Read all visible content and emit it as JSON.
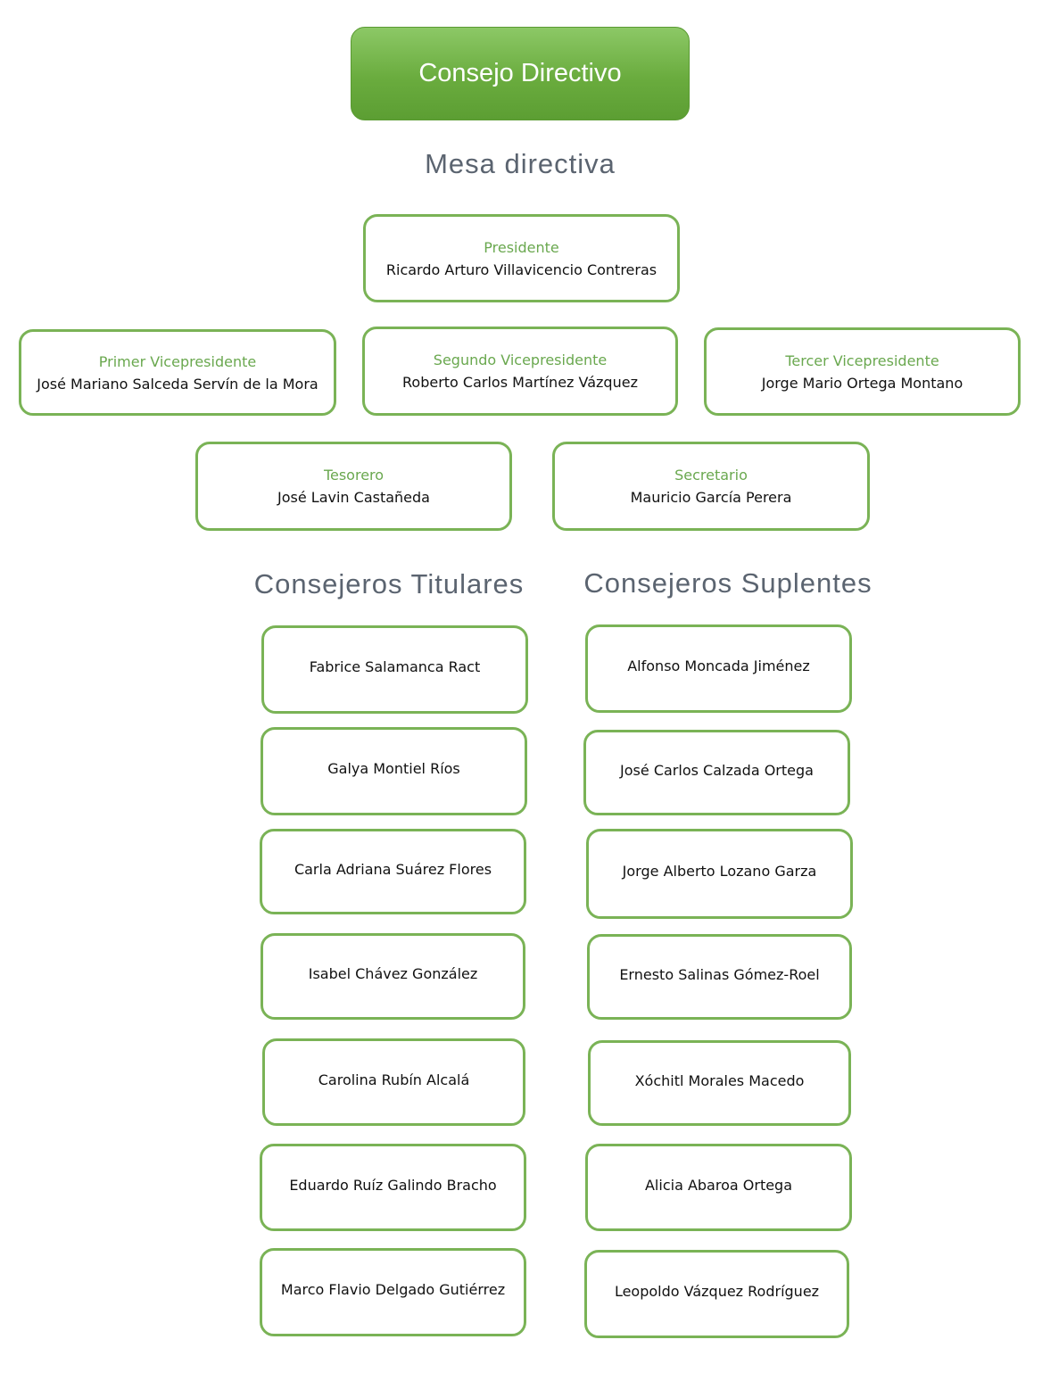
{
  "header": {
    "title": "Consejo Directivo"
  },
  "mesa": {
    "title": "Mesa directiva",
    "presidente": {
      "role": "Presidente",
      "name": "Ricardo Arturo Villavicencio Contreras"
    },
    "primer_vp": {
      "role": "Primer Vicepresidente",
      "name": "José Mariano Salceda Servín de la Mora"
    },
    "segundo_vp": {
      "role": "Segundo Vicepresidente",
      "name": "Roberto Carlos Martínez Vázquez"
    },
    "tercer_vp": {
      "role": "Tercer Vicepresidente",
      "name": "Jorge Mario Ortega Montano"
    },
    "tesorero": {
      "role": "Tesorero",
      "name": "José Lavin Castañeda"
    },
    "secretario": {
      "role": "Secretario",
      "name": "Mauricio García Perera"
    }
  },
  "titulares": {
    "title": "Consejeros Titulares",
    "members": [
      "Fabrice Salamanca Ract",
      "Galya Montiel Ríos",
      "Carla Adriana Suárez Flores",
      "Isabel Chávez González",
      "Carolina Rubín Alcalá",
      "Eduardo Ruíz Galindo Bracho",
      "Marco Flavio Delgado Gutiérrez"
    ]
  },
  "suplentes": {
    "title": "Consejeros Suplentes",
    "members": [
      "Alfonso Moncada Jiménez",
      "José Carlos Calzada Ortega",
      "Jorge Alberto Lozano Garza",
      "Ernesto Salinas Gómez-Roel",
      "Xóchitl Morales Macedo",
      "Alicia Abaroa Ortega",
      "Leopoldo Vázquez Rodríguez"
    ]
  }
}
